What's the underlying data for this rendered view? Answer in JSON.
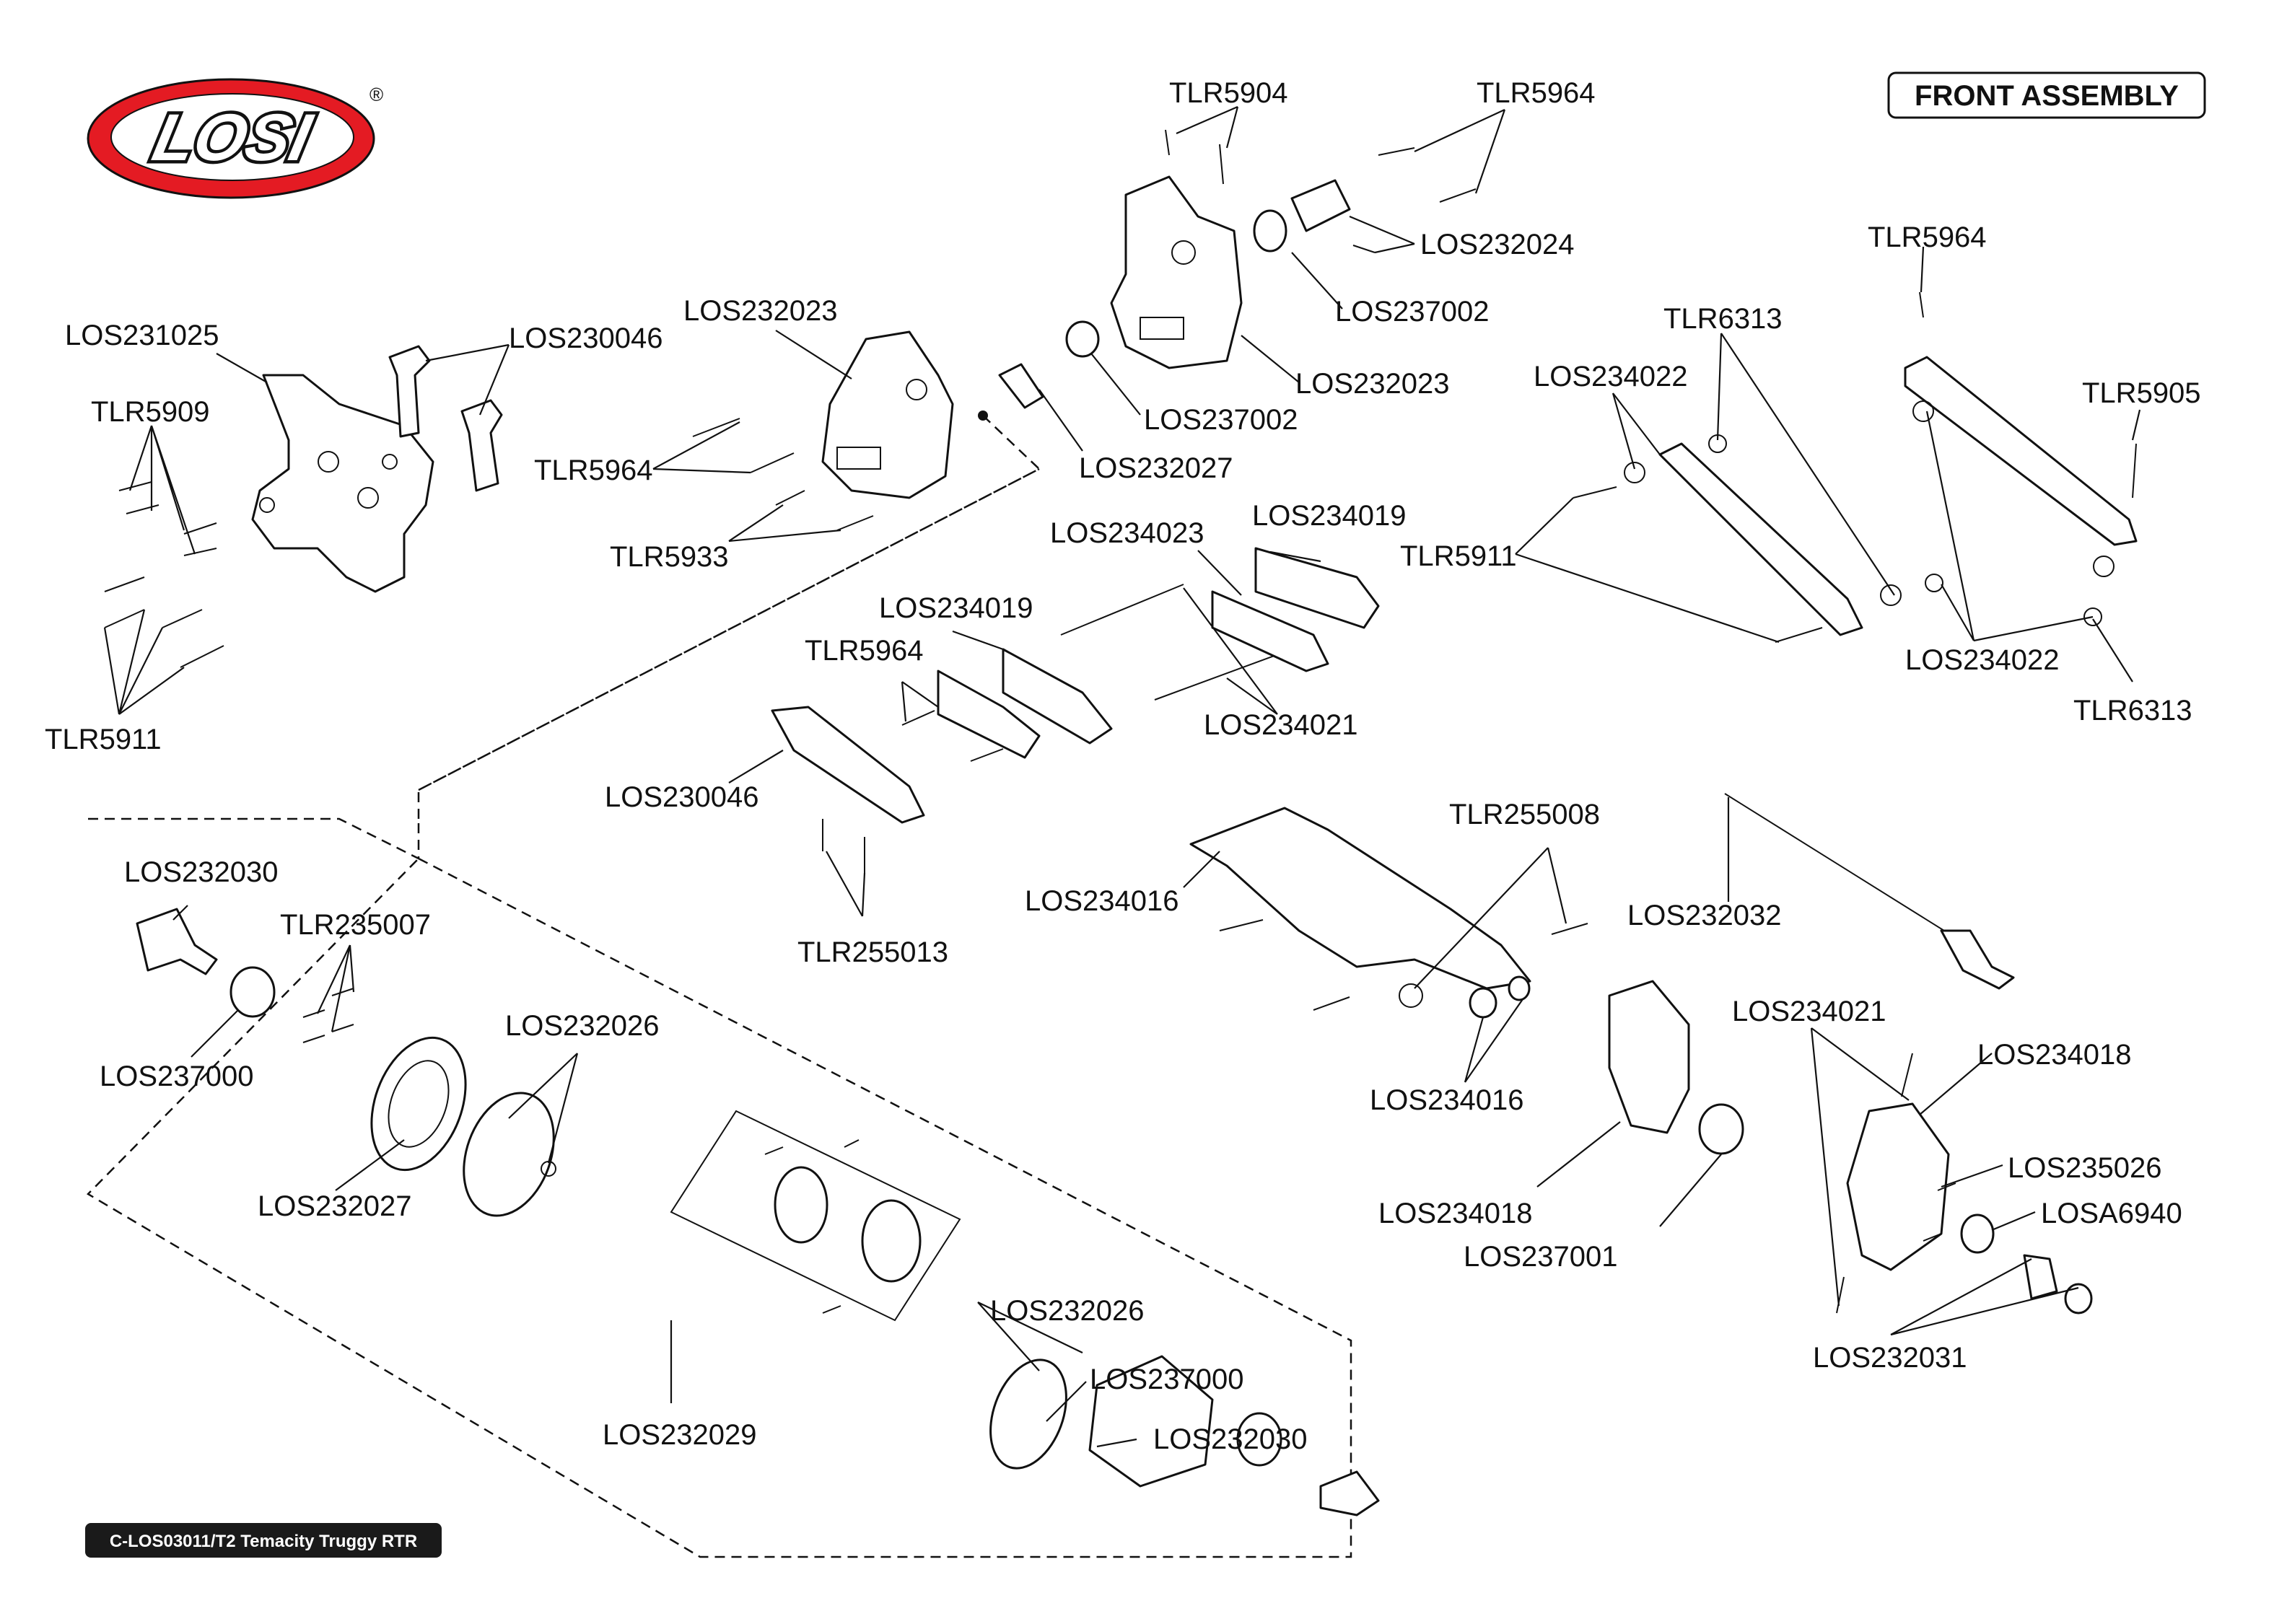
{
  "brand": {
    "logo_text": "LOSI",
    "registered_mark": "®"
  },
  "title_box": {
    "text": "FRONT ASSEMBLY"
  },
  "footer_box": {
    "text": "C-LOS03011/T2 Temacity Truggy RTR"
  },
  "callouts": [
    "TLR5904",
    "TLR5964",
    "LOS232024",
    "LOS237002",
    "LOS232023",
    "LOS237002",
    "LOS232023",
    "LOS232027",
    "LOS231025",
    "LOS230046",
    "TLR5909",
    "TLR5964",
    "TLR5933",
    "TLR5911",
    "TLR5964",
    "TLR6313",
    "LOS234022",
    "TLR5905",
    "TLR5911",
    "LOS234022",
    "TLR6313",
    "LOS234023",
    "LOS234019",
    "LOS234019",
    "TLR5964",
    "LOS234021",
    "LOS230046",
    "TLR255013",
    "TLR255008",
    "LOS234016",
    "LOS232032",
    "LOS234016",
    "LOS234018",
    "LOS237001",
    "LOS234021",
    "LOS234018",
    "LOS235026",
    "LOSA6940",
    "LOS232031",
    "LOS232030",
    "TLR235007",
    "LOS237000",
    "LOS232026",
    "LOS232027",
    "LOS232026",
    "LOS232029",
    "LOS237000",
    "LOS232030"
  ]
}
